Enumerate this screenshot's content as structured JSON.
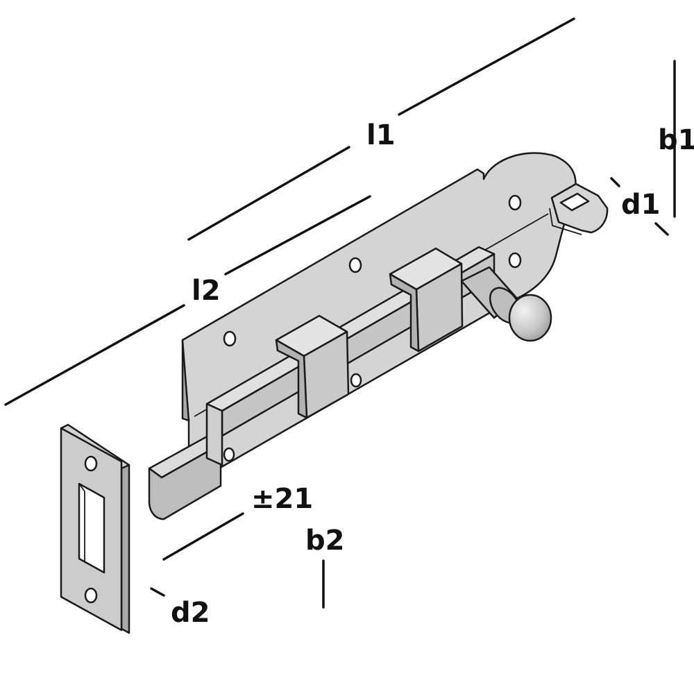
{
  "labels": {
    "l1": "l1",
    "l2": "l2",
    "b1": "b1",
    "d1": "d1",
    "b2": "b2",
    "d2": "d2",
    "offset": "±21"
  },
  "colors": {
    "metal_light": "#d9d9d9",
    "metal_mid": "#c4c4c4",
    "metal_dark": "#a9a9a9",
    "outline": "#1a1a1a",
    "dimension": "#111111"
  }
}
